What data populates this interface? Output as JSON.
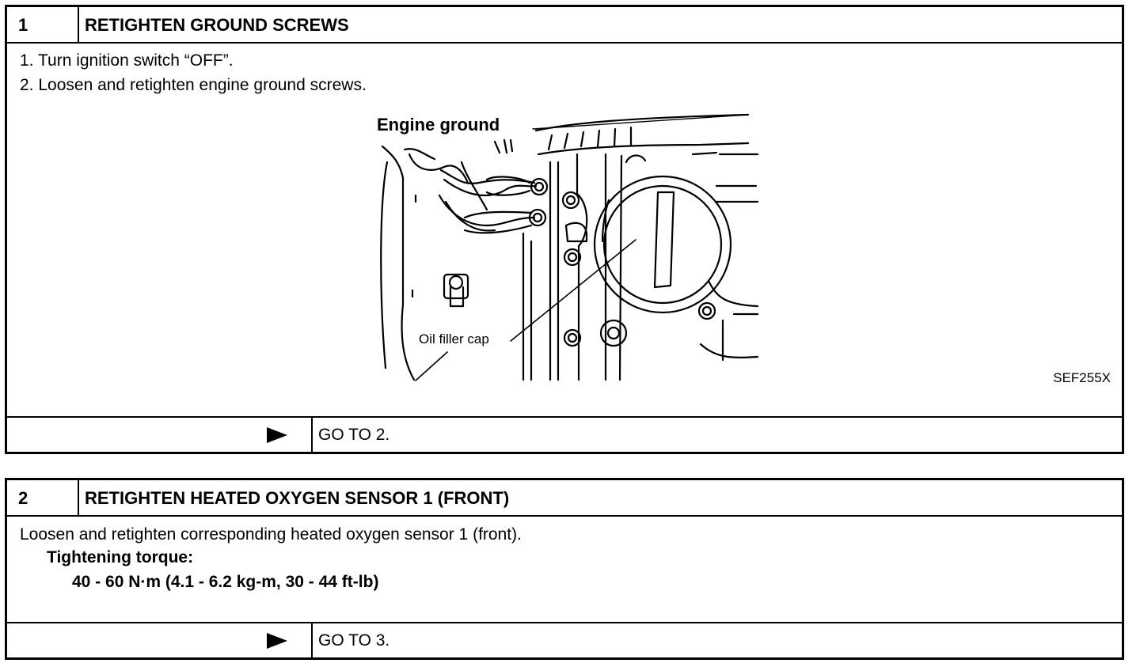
{
  "step1": {
    "number": "1",
    "title": "RETIGHTEN GROUND SCREWS",
    "lines": [
      "1.  Turn ignition switch “OFF”.",
      "2.  Loosen and retighten engine ground screws."
    ],
    "figure": {
      "label_engine_ground": "Engine ground",
      "label_oil_filler_cap": "Oil filler cap",
      "code": "SEF255X"
    },
    "next": "GO TO 2."
  },
  "step2": {
    "number": "2",
    "title": "RETIGHTEN HEATED OXYGEN SENSOR 1 (FRONT)",
    "line": "Loosen and retighten corresponding heated oxygen sensor 1 (front).",
    "torque_label": "Tightening torque:",
    "torque_value": "40 - 60 N·m (4.1 - 6.2 kg-m, 30 - 44 ft-lb)",
    "next": "GO TO 3."
  }
}
